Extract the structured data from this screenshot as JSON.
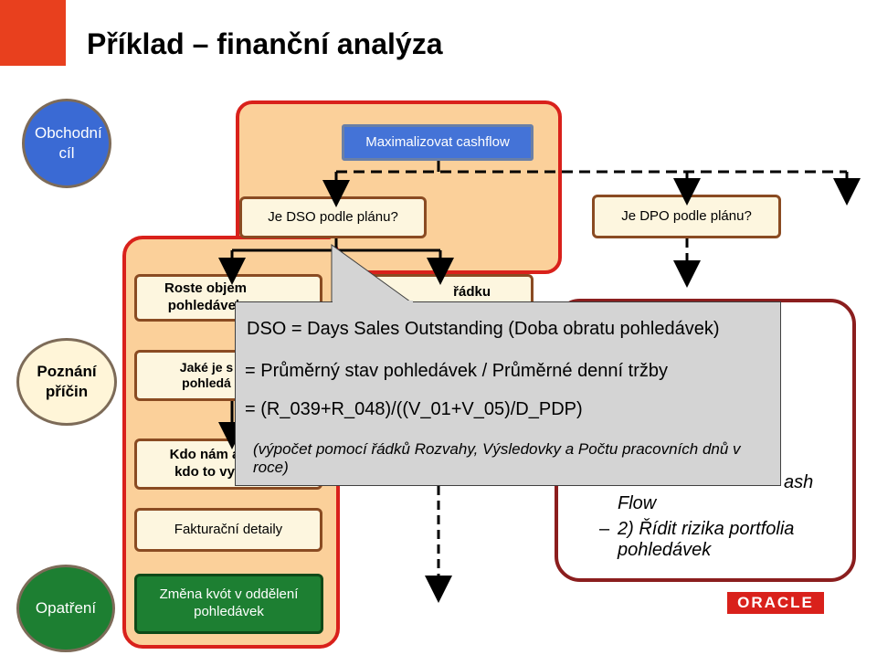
{
  "slide": {
    "title": "Příklad – finanční analýza"
  },
  "stages": {
    "goal": "Obchodní cíl",
    "causes": "Poznání příčin",
    "actions": "Opatření"
  },
  "boxes": {
    "maximize": "Maximalizovat cashflow",
    "dso_question": "Je DSO podle plánu?",
    "dpo_question": "Je DPO podle plánu?",
    "receivables_volume": "Roste objem pohledávek",
    "row_partial": "řádku",
    "what_is": "Jaké je s pohledá",
    "who": "Kdo nám a kdo to vy",
    "billing": "Fakturační detaily",
    "quota_change": "Změna kvót v oddělení pohledávek"
  },
  "callout": {
    "line1": "DSO = Days Sales Outstanding (Doba obratu pohledávek)",
    "line2": "= Průměrný stav pohledávek / Průměrné denní tržby",
    "line3": "= (R_039+R_048)/((V_01+V_05)/D_PDP)",
    "note": "(výpočet pomocí řádků Rozvahy, Výsledovky a Počtu pracovních dnů v roce)"
  },
  "right_panel": {
    "item1_tail": "ash",
    "item1_cont": "Flow",
    "item2": "2) Řídit rizika portfolia pohledávek",
    "dash": "–"
  },
  "brand": {
    "logo": "ORACLE"
  },
  "colors": {
    "accent_red": "#d9211b",
    "panel_fill": "#fbd09a",
    "blue": "#4473d7",
    "green": "#1d7f32"
  }
}
